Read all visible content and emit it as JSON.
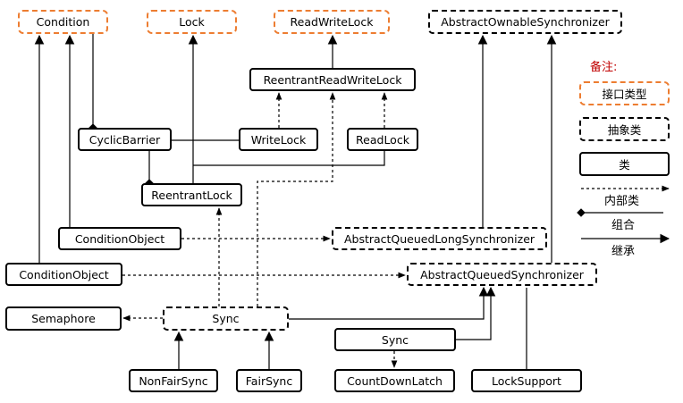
{
  "nodes": {
    "condition": "Condition",
    "lock": "Lock",
    "readwritelock": "ReadWriteLock",
    "aos": "AbstractOwnableSynchronizer",
    "rrwl": "ReentrantReadWriteLock",
    "cyclicbarrier": "CyclicBarrier",
    "writelock": "WriteLock",
    "readlock": "ReadLock",
    "reentrantlock": "ReentrantLock",
    "condobj1": "ConditionObject",
    "aqls": "AbstractQueuedLongSynchronizer",
    "condobj2": "ConditionObject",
    "aqs": "AbstractQueuedSynchronizer",
    "semaphore": "Semaphore",
    "sync1": "Sync",
    "sync2": "Sync",
    "nonfairsync": "NonFairSync",
    "fairsync": "FairSync",
    "countdownlatch": "CountDownLatch",
    "locksupport": "LockSupport"
  },
  "legend": {
    "title": "备注:",
    "interface": "接口类型",
    "abstract": "抽象类",
    "class": "类",
    "inner": "内部类",
    "composition": "组合",
    "inherit": "继承"
  },
  "colors": {
    "interface_border": "#ED7D31",
    "legend_title": "#C00000",
    "line": "#000000"
  }
}
